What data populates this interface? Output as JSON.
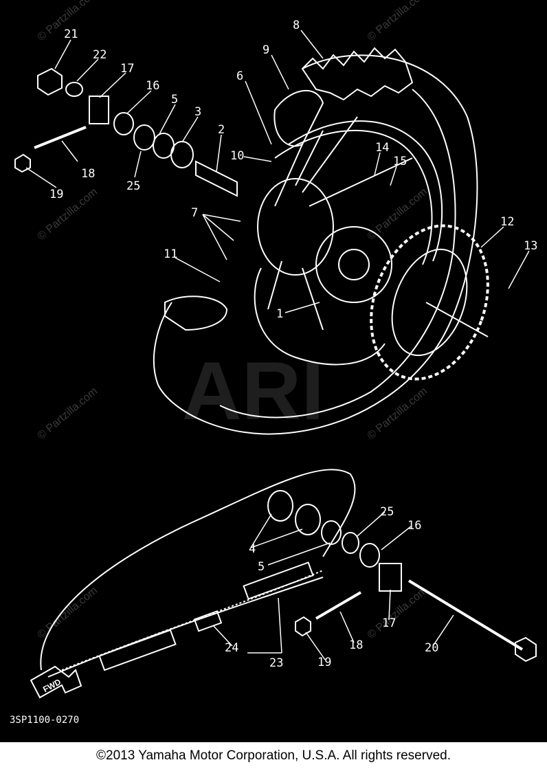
{
  "diagram": {
    "part_number_code": "3SP1100-0270",
    "fwd_label": "FWD",
    "background_mark": "ARI",
    "watermark": "© Partzilla.com",
    "callouts": [
      "21",
      "22",
      "17",
      "16",
      "5",
      "3",
      "2",
      "6",
      "9",
      "8",
      "18",
      "25",
      "19",
      "10",
      "7",
      "14",
      "15",
      "12",
      "13",
      "11",
      "1",
      "25",
      "16",
      "4",
      "5",
      "17",
      "20",
      "18",
      "24",
      "23",
      "19"
    ]
  },
  "footer": {
    "copyright": "©2013  Yamaha Motor Corporation, U.S.A. All rights reserved."
  }
}
